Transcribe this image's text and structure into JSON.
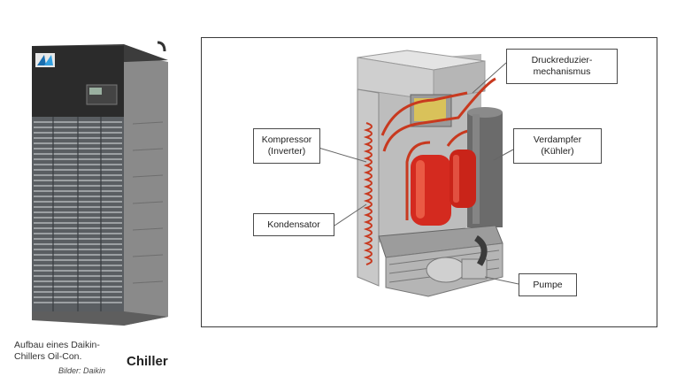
{
  "caption": {
    "text": "Aufbau eines Daikin-\nChillers Oil-Con.",
    "credit": "Bilder: Daikin"
  },
  "title": "Chiller",
  "labels": {
    "druck": "Druckreduzier-\nmechanismus",
    "kompressor": "Kompressor\n(Inverter)",
    "verdampfer": "Verdampfer\n(Kühler)",
    "kondensator": "Kondensator",
    "pumpe": "Pumpe"
  },
  "colors": {
    "frame": "#3a3a3a",
    "pipe": "#c8391f",
    "compressor": "#d42a1f",
    "cabinet": "#d8d8d8",
    "dark_panel": "#2a2a2a"
  },
  "icons": {
    "brand_logo": "daikin-logo-icon"
  }
}
